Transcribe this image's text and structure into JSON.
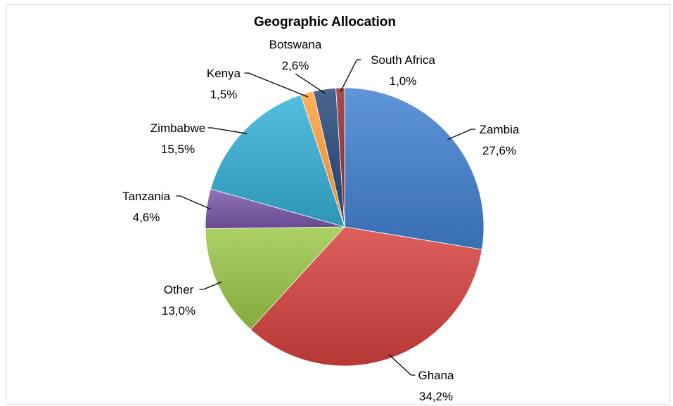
{
  "chart_data": {
    "type": "pie",
    "title": "Geographic Allocation",
    "start_angle_deg": 0,
    "direction": "clockwise",
    "legend": "none",
    "slices": [
      {
        "label": "Zambia",
        "value": 27.6,
        "value_text": "27,6%",
        "color": "#4a7fc4"
      },
      {
        "label": "Ghana",
        "value": 34.2,
        "value_text": "34,2%",
        "color": "#c84a47"
      },
      {
        "label": "Other",
        "value": 13.0,
        "value_text": "13,0%",
        "color": "#96bb4f"
      },
      {
        "label": "Tanzania",
        "value": 4.6,
        "value_text": "4,6%",
        "color": "#7a5ca3"
      },
      {
        "label": "Zimbabwe",
        "value": 15.5,
        "value_text": "15,5%",
        "color": "#3fa8c8"
      },
      {
        "label": "Kenya",
        "value": 1.5,
        "value_text": "1,5%",
        "color": "#f59a45"
      },
      {
        "label": "Botswana",
        "value": 2.6,
        "value_text": "2,6%",
        "color": "#34507a"
      },
      {
        "label": "South Africa",
        "value": 1.0,
        "value_text": "1,0%",
        "color": "#8e3a3a"
      }
    ]
  }
}
